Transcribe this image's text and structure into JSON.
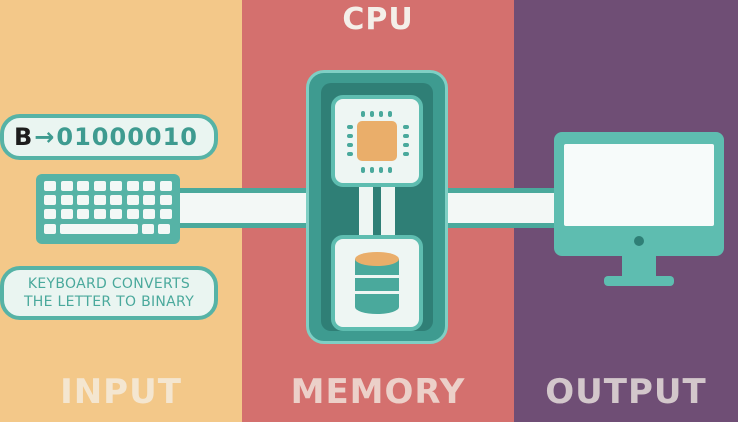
{
  "header": {
    "cpu_title": "CPU"
  },
  "input": {
    "binary": {
      "letter": "B",
      "arrow": "→",
      "code": "01000010"
    },
    "caption": {
      "line1": "KEYBOARD CONVERTS",
      "line2": "THE LETTER TO BINARY"
    },
    "label": "INPUT"
  },
  "memory": {
    "label": "MEMORY"
  },
  "output": {
    "label": "OUTPUT"
  },
  "icons": [
    "keyboard-icon",
    "cpu-chip-icon",
    "database-icon",
    "monitor-icon"
  ],
  "colors": {
    "input_bg": "#f3c889",
    "memory_bg": "#d4706e",
    "output_bg": "#6f4e75",
    "teal": "#56b3a6",
    "dark_teal": "#2f7f76",
    "chip": "#eaae6a"
  }
}
